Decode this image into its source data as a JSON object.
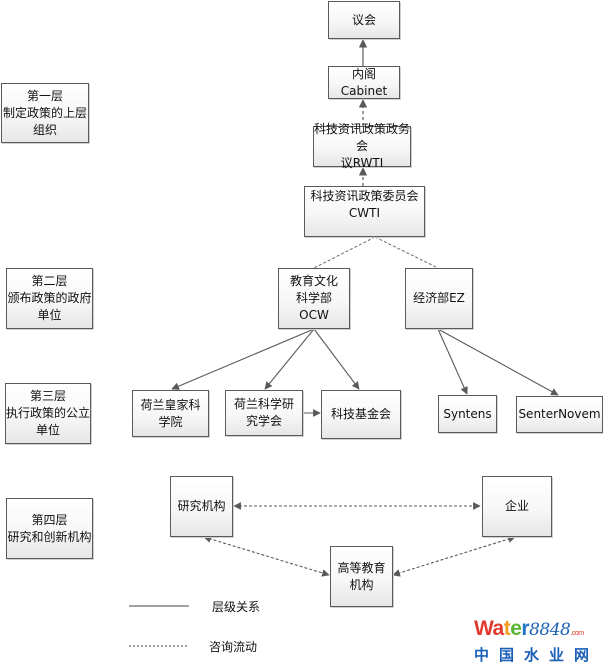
{
  "layers": [
    {
      "id": "layer1",
      "label": "第一层\n制定政策的上层\n组织"
    },
    {
      "id": "layer2",
      "label": "第二层\n颁布政策的政府\n单位"
    },
    {
      "id": "layer3",
      "label": "第三层\n执行政策的公立\n单位"
    },
    {
      "id": "layer4",
      "label": "第四层\n研究和创新机构"
    }
  ],
  "nodes": {
    "parliament": "议会",
    "cabinet": "内阁Cabinet",
    "rwti": "科技资讯政策政务会\n议RWTI",
    "cwti": "科技资讯政策委员会\nCWTI",
    "ocw": "教育文化\n科学部\nOCW",
    "ez": "经济部EZ",
    "knaw": "荷兰皇家科\n学院",
    "nwo": "荷兰科学研\n究学会",
    "stw": "科技基金会",
    "syntens": "Syntens",
    "senternovem": "SenterNovem",
    "research": "研究机构",
    "enterprise": "企业",
    "higher_ed": "高等教育\n机构"
  },
  "edges": [
    {
      "from": "cabinet",
      "to": "parliament",
      "type": "hierarchy"
    },
    {
      "from": "rwti",
      "to": "cabinet",
      "type": "consultation"
    },
    {
      "from": "cwti",
      "to": "rwti",
      "type": "consultation"
    },
    {
      "from": "cwti",
      "to": "ocw",
      "type": "consultation"
    },
    {
      "from": "cwti",
      "to": "ez",
      "type": "consultation"
    },
    {
      "from": "ocw",
      "to": "knaw",
      "type": "hierarchy"
    },
    {
      "from": "ocw",
      "to": "nwo",
      "type": "hierarchy"
    },
    {
      "from": "ocw",
      "to": "stw",
      "type": "hierarchy"
    },
    {
      "from": "nwo",
      "to": "stw",
      "type": "hierarchy"
    },
    {
      "from": "ez",
      "to": "syntens",
      "type": "hierarchy"
    },
    {
      "from": "ez",
      "to": "senternovem",
      "type": "hierarchy"
    },
    {
      "from": "research",
      "to": "enterprise",
      "type": "consultation",
      "bidirectional": true
    },
    {
      "from": "research",
      "to": "higher_ed",
      "type": "consultation",
      "bidirectional": true
    },
    {
      "from": "enterprise",
      "to": "higher_ed",
      "type": "consultation",
      "bidirectional": true
    }
  ],
  "legend": {
    "hierarchy_label": "层级关系",
    "consultation_label": "咨询流动"
  },
  "watermark": {
    "brand_a": "Wa",
    "brand_b": "t",
    "brand_c": "e",
    "brand_d": "r",
    "number": "8848",
    "suffix": ".com",
    "subtitle": "中国水业网"
  },
  "colors": {
    "line": "#5a5a5a",
    "box_border": "#5a5a5a"
  }
}
